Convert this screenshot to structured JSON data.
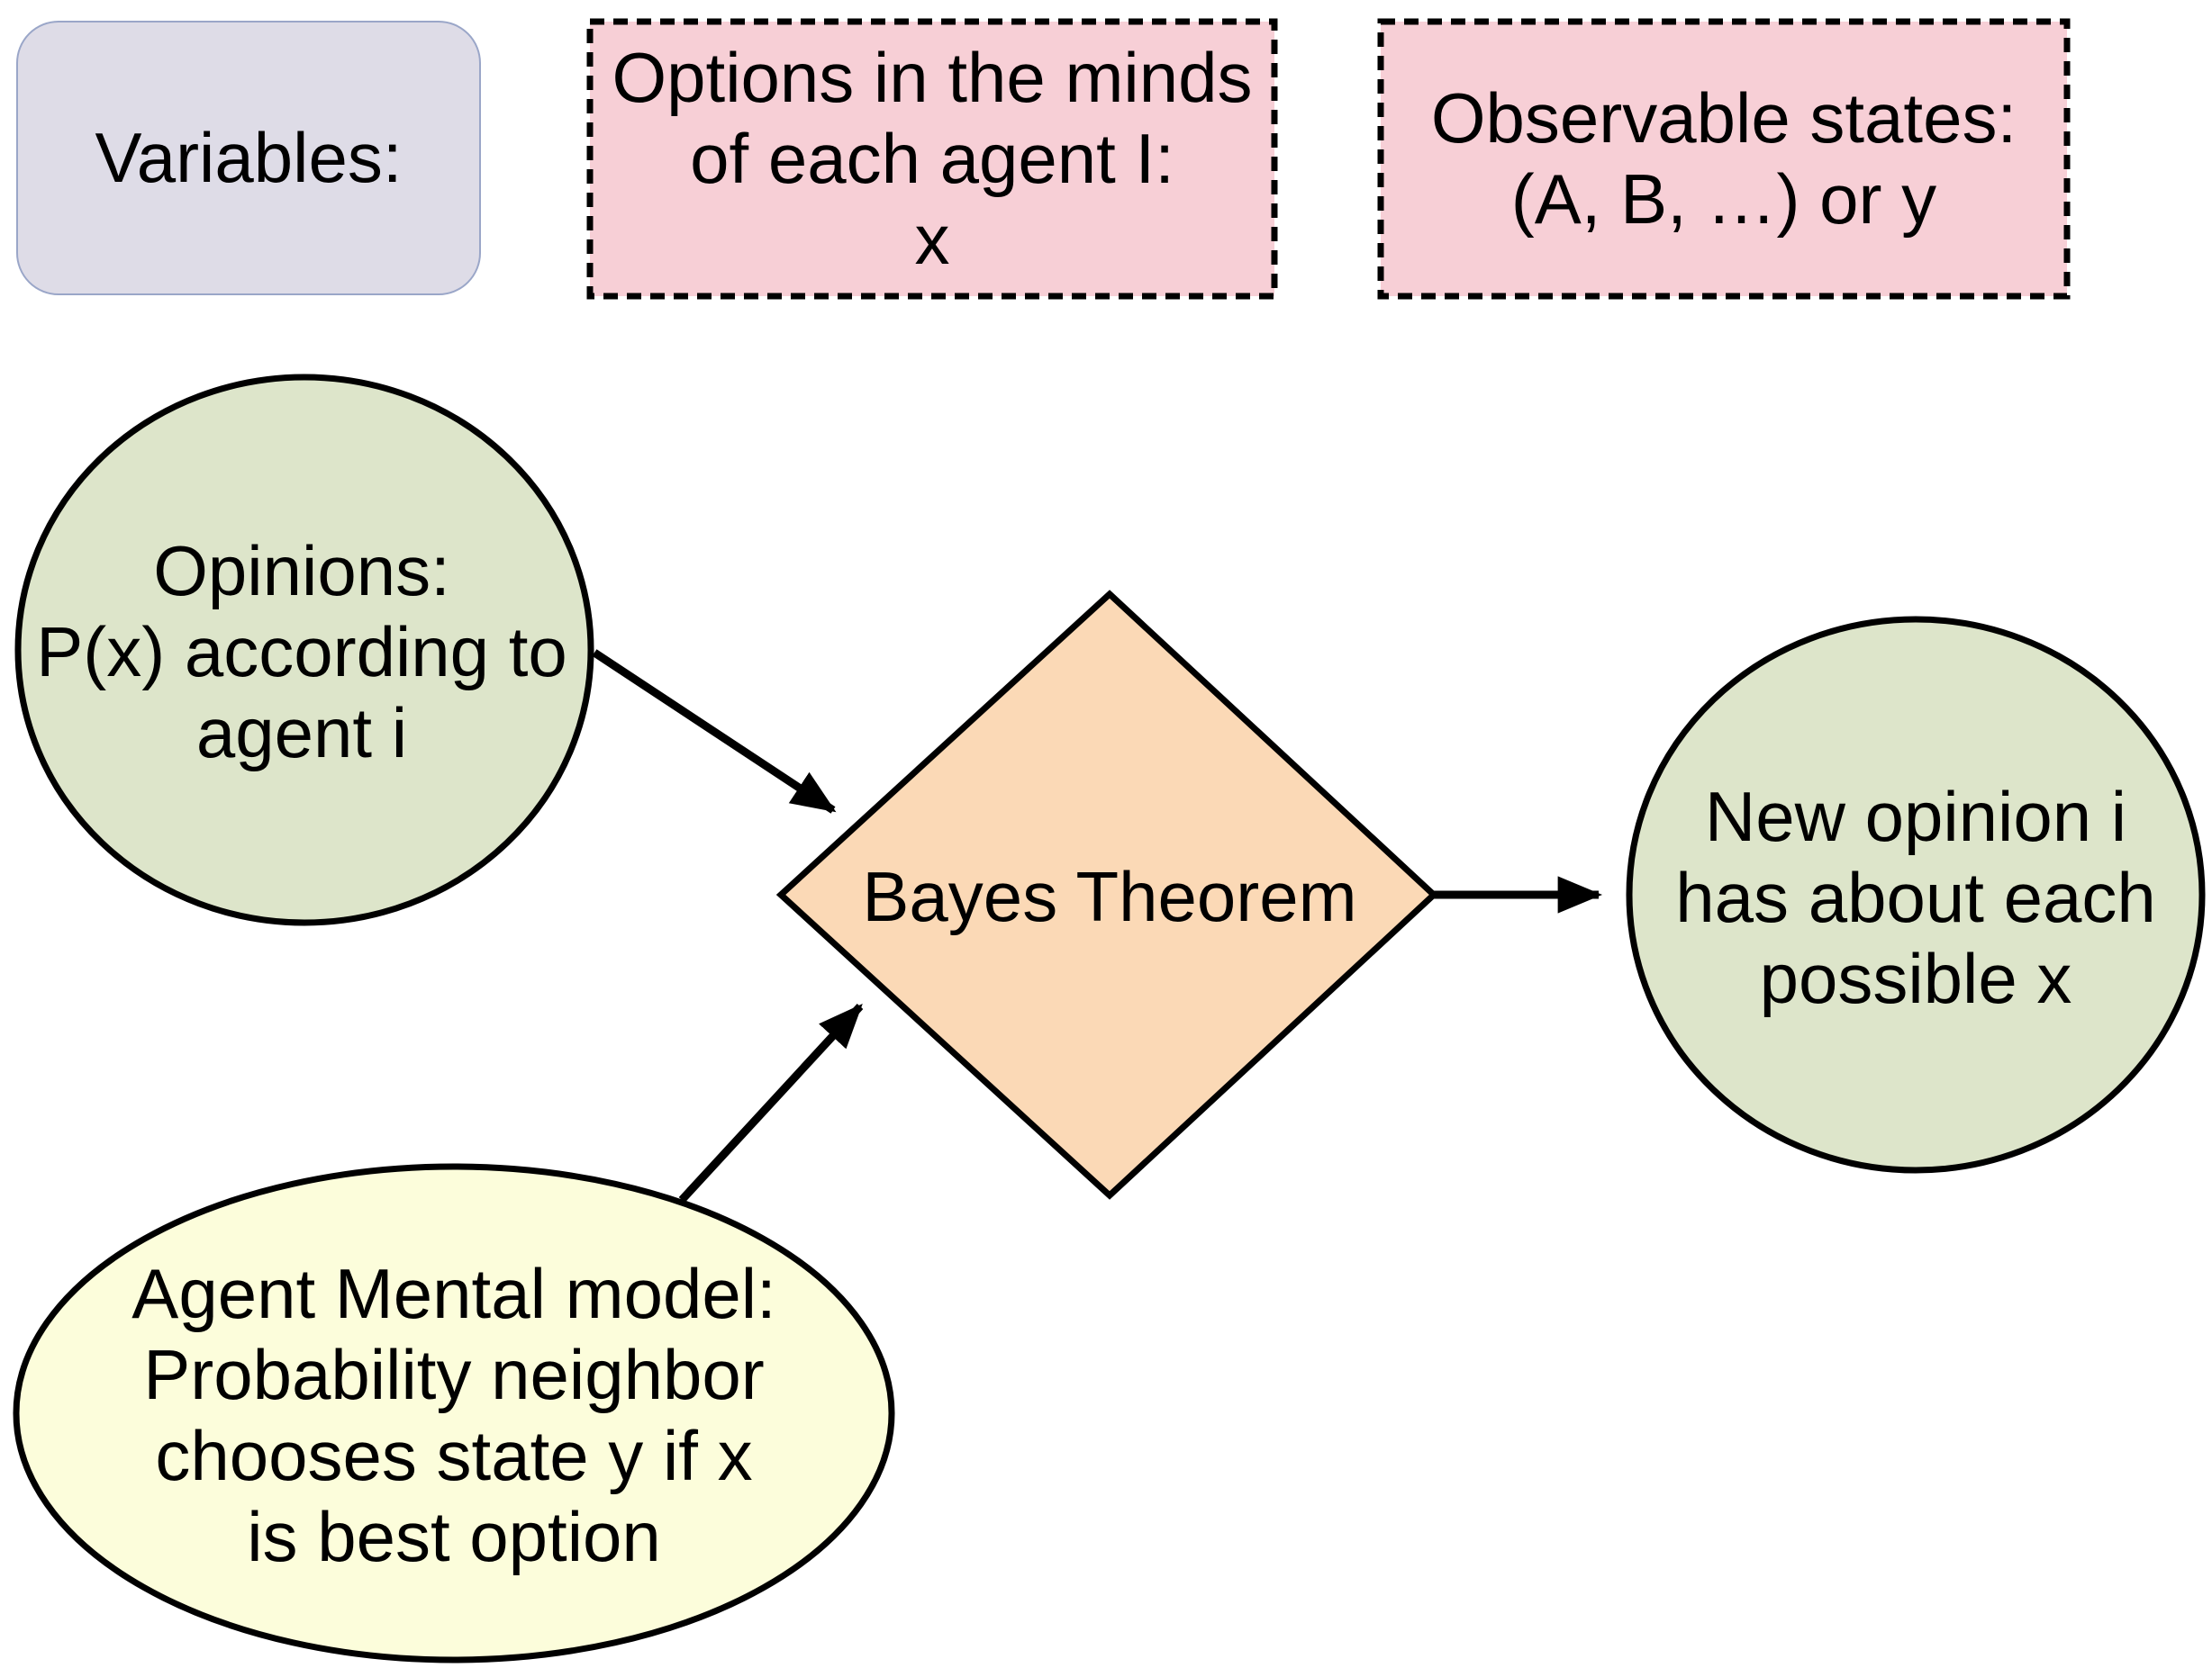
{
  "legend": {
    "variables": {
      "label": "Variables:",
      "fill": "#DEDCE7"
    },
    "options_box": {
      "lines": [
        "Options in the minds",
        "of each agent I:",
        "x"
      ],
      "fill": "#F7CFD6"
    },
    "observable_box": {
      "lines": [
        "Observable states:",
        "(A, B, …) or y"
      ],
      "fill": "#F7CFD6"
    }
  },
  "nodes": {
    "opinions": {
      "lines": [
        "Opinions:",
        "P(x) according to",
        "agent i"
      ],
      "fill": "#DDE5CA"
    },
    "mental_model": {
      "lines": [
        "Agent Mental model:",
        "Probability neighbor",
        "chooses state y if x",
        "is best option"
      ],
      "fill": "#FCFDDB"
    },
    "bayes": {
      "lines": [
        "Bayes Theorem"
      ],
      "fill": "#FBD9B6"
    },
    "new_opinion": {
      "lines": [
        "New opinion i",
        "has about each",
        "possible x"
      ],
      "fill": "#DDE5CA"
    }
  }
}
